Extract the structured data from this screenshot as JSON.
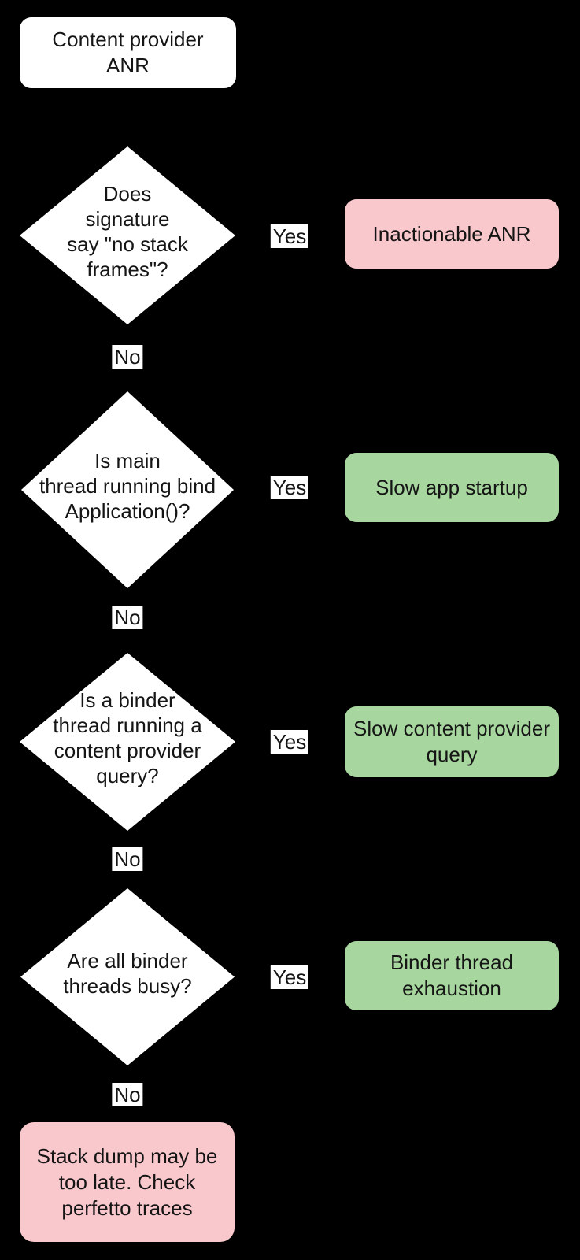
{
  "diagram": {
    "background_color": "#000000",
    "text_color": "#151515",
    "node_fill": "#ffffff",
    "pink": "#f9c8cc",
    "green": "#a7d79f",
    "start": {
      "text": "Content provider\nANR"
    },
    "decisions": [
      {
        "question": "Does\nsignature\nsay \"no stack\nframes\"?",
        "yes_label": "Yes",
        "no_label": "No",
        "outcome": {
          "text": "Inactionable ANR",
          "fill": "#f9c8cc"
        }
      },
      {
        "question": "Is main\nthread running bind\nApplication()?",
        "yes_label": "Yes",
        "no_label": "No",
        "outcome": {
          "text": "Slow app startup",
          "fill": "#a7d79f"
        }
      },
      {
        "question": "Is a binder\nthread running a\ncontent provider\nquery?",
        "yes_label": "Yes",
        "no_label": "No",
        "outcome": {
          "text": "Slow content provider\nquery",
          "fill": "#a7d79f"
        }
      },
      {
        "question": "Are all binder\nthreads busy?",
        "yes_label": "Yes",
        "no_label": "No",
        "outcome": {
          "text": "Binder thread\nexhaustion",
          "fill": "#a7d79f"
        }
      }
    ],
    "end": {
      "text": "Stack dump may be\ntoo late. Check\nperfetto traces",
      "fill": "#f9c8cc"
    }
  }
}
